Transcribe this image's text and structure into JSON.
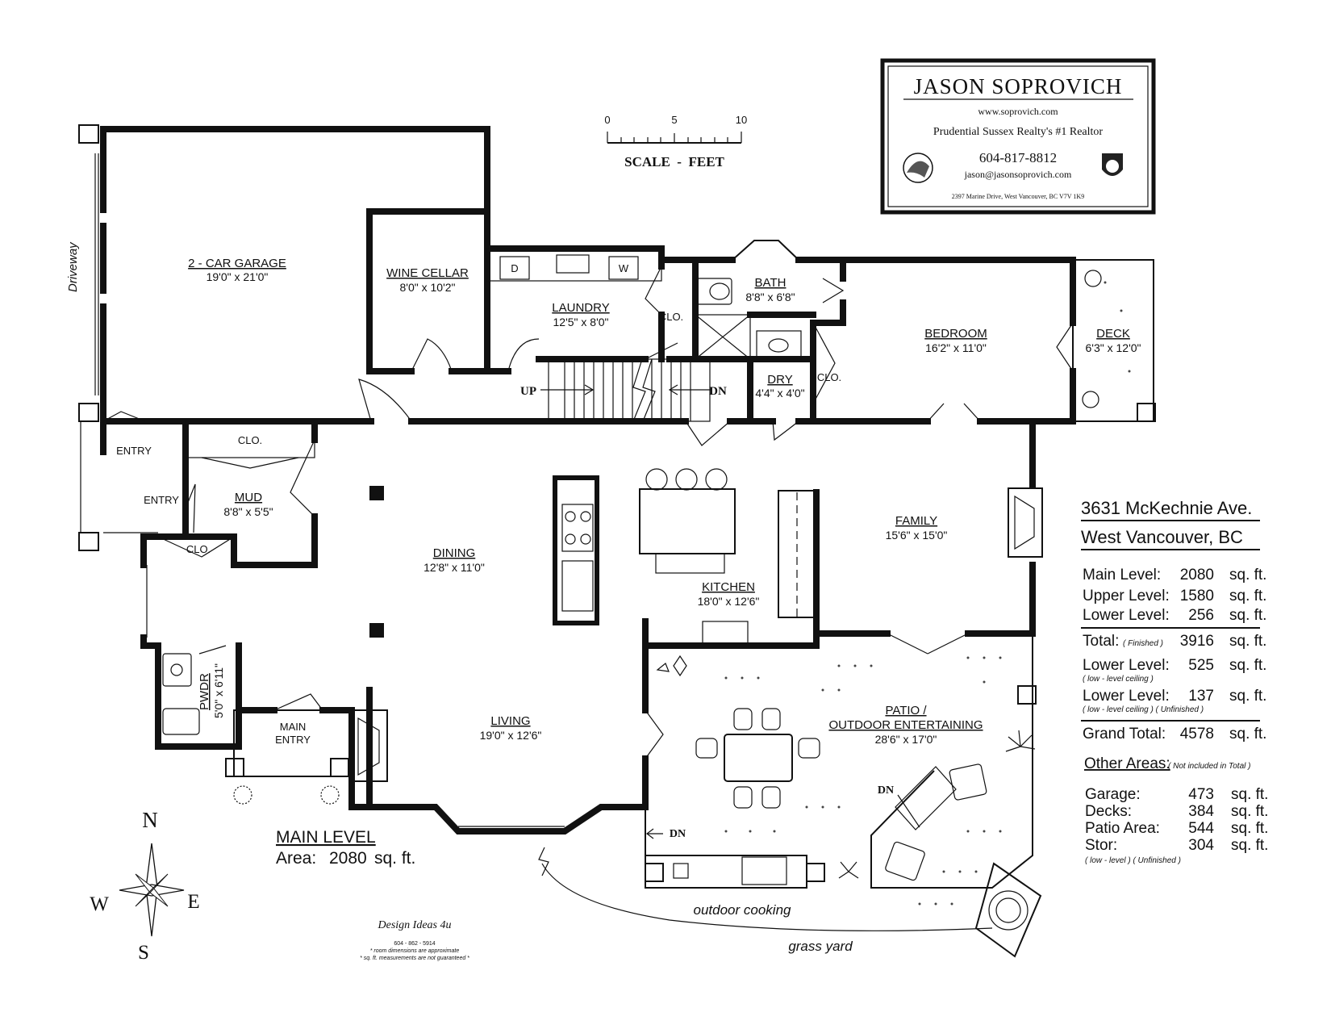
{
  "realtor": {
    "name": "JASON SOPROVICH",
    "website": "www.soprovich.com",
    "tagline": "Prudential Sussex Realty's #1 Realtor",
    "phone": "604-817-8812",
    "email": "jason@jasonsoprovich.com",
    "address": "2397 Marine Drive, West Vancouver, BC  V7V 1K9"
  },
  "scale": {
    "ticks": [
      "0",
      "5",
      "10"
    ],
    "label": "SCALE  -  FEET"
  },
  "property": {
    "street": "3631 McKechnie Ave.",
    "city": "West Vancouver, BC"
  },
  "areas": [
    {
      "label": "Main Level:",
      "note": "",
      "value": "2080",
      "unit": "sq. ft."
    },
    {
      "label": "Upper Level:",
      "note": "",
      "value": "1580",
      "unit": "sq. ft."
    },
    {
      "label": "Lower Level:",
      "note": "",
      "value": "256",
      "unit": "sq. ft."
    },
    {
      "label": "Total:",
      "note": "( Finished )",
      "value": "3916",
      "unit": "sq. ft."
    },
    {
      "label": "Lower Level:",
      "note": "( low - level ceiling )",
      "value": "525",
      "unit": "sq. ft."
    },
    {
      "label": "Lower Level:",
      "note": "( low - level ceiling ) ( Unfinished )",
      "value": "137",
      "unit": "sq. ft."
    },
    {
      "label": "Grand Total:",
      "note": "",
      "value": "4578",
      "unit": "sq. ft."
    }
  ],
  "other_areas": {
    "title": "Other Areas:",
    "note": "( Not included in Total )",
    "items": [
      {
        "label": "Garage:",
        "value": "473",
        "unit": "sq. ft."
      },
      {
        "label": "Decks:",
        "value": "384",
        "unit": "sq. ft."
      },
      {
        "label": "Patio Area:",
        "value": "544",
        "unit": "sq. ft."
      },
      {
        "label": "Stor:",
        "value": "304",
        "unit": "sq. ft."
      }
    ],
    "stor_note": "( low - level  ) ( Unfinished )"
  },
  "rooms": {
    "garage": {
      "name": "2 - CAR GARAGE",
      "size": "19'0\" x 21'0\""
    },
    "wine": {
      "name": "WINE CELLAR",
      "size": "8'0\" x 10'2\""
    },
    "laundry": {
      "name": "LAUNDRY",
      "size": "12'5\" x 8'0\""
    },
    "bath": {
      "name": "BATH",
      "size": "8'8\" x 6'8\""
    },
    "bedroom": {
      "name": "BEDROOM",
      "size": "16'2\" x 11'0\""
    },
    "deck": {
      "name": "DECK",
      "size": "6'3\" x 12'0\""
    },
    "dry": {
      "name": "DRY",
      "size": "4'4\" x 4'0\""
    },
    "mud": {
      "name": "MUD",
      "size": "8'8\" x 5'5\""
    },
    "dining": {
      "name": "DINING",
      "size": "12'8\" x 11'0\""
    },
    "family": {
      "name": "FAMILY",
      "size": "15'6\" x 15'0\""
    },
    "kitchen": {
      "name": "KITCHEN",
      "size": "18'0\" x 12'6\""
    },
    "living": {
      "name": "LIVING",
      "size": "19'0\" x 12'6\""
    },
    "patio": {
      "name1": "PATIO /",
      "name2": "OUTDOOR ENTERTAINING",
      "size": "28'6\" x 17'0\""
    },
    "pwdr": {
      "name": "PWDR",
      "size": "5'0\" x 6'11\""
    }
  },
  "labels": {
    "clo": "CLO.",
    "entry": "ENTRY",
    "main_entry_1": "MAIN",
    "main_entry_2": "ENTRY",
    "up": "UP",
    "dn": "DN",
    "driveway": "Driveway",
    "outdoor_cooking": "outdoor cooking",
    "grass_yard": "grass yard",
    "dryer": "D",
    "washer": "W"
  },
  "main_level": {
    "title": "MAIN LEVEL",
    "area_label": "Area:",
    "area_value": "2080",
    "area_unit": "sq. ft."
  },
  "compass": {
    "n": "N",
    "s": "S",
    "e": "E",
    "w": "W"
  },
  "designer": {
    "name": "Design Ideas 4u",
    "phone": "604 - 862 - 5914",
    "note1": "* room dimensions are approximate",
    "note2": "* sq. ft. measurements are not guaranteed *"
  }
}
